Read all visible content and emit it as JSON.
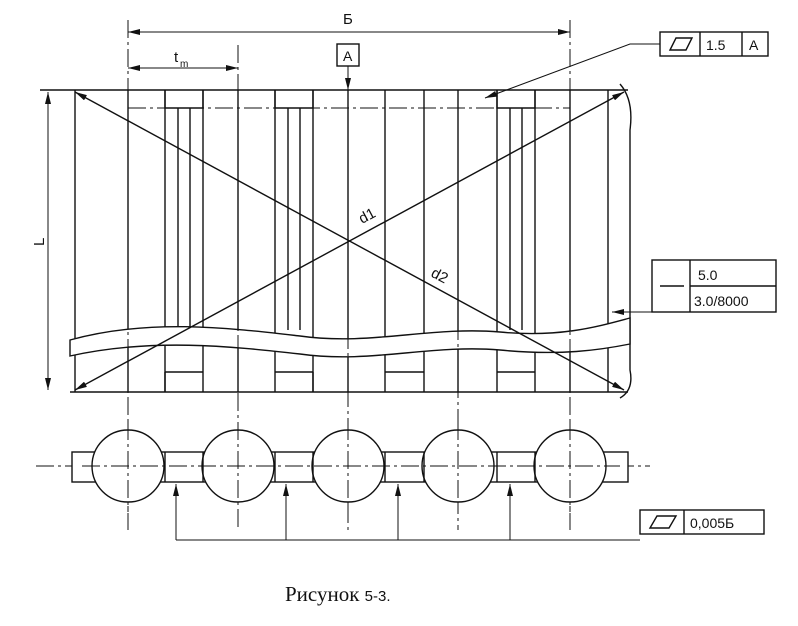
{
  "labels": {
    "dim_B": "Б",
    "dim_tm": "t",
    "dim_tm_sub": "m",
    "datum_A": "A",
    "dim_L": "L",
    "diag_d1": "d1",
    "diag_d2": "d2"
  },
  "flatness_frame_top": {
    "symbol": "parallelogram-icon",
    "value": "1.5",
    "datum": "A"
  },
  "straightness_frame": {
    "symbol": "straightness-icon",
    "value_top": "5.0",
    "value_bottom": "3.0/8000"
  },
  "flatness_frame_bottom": {
    "symbol": "parallelogram-icon",
    "value": "0,005Б"
  },
  "caption": {
    "word": "Рисунок",
    "number": "5-3."
  }
}
